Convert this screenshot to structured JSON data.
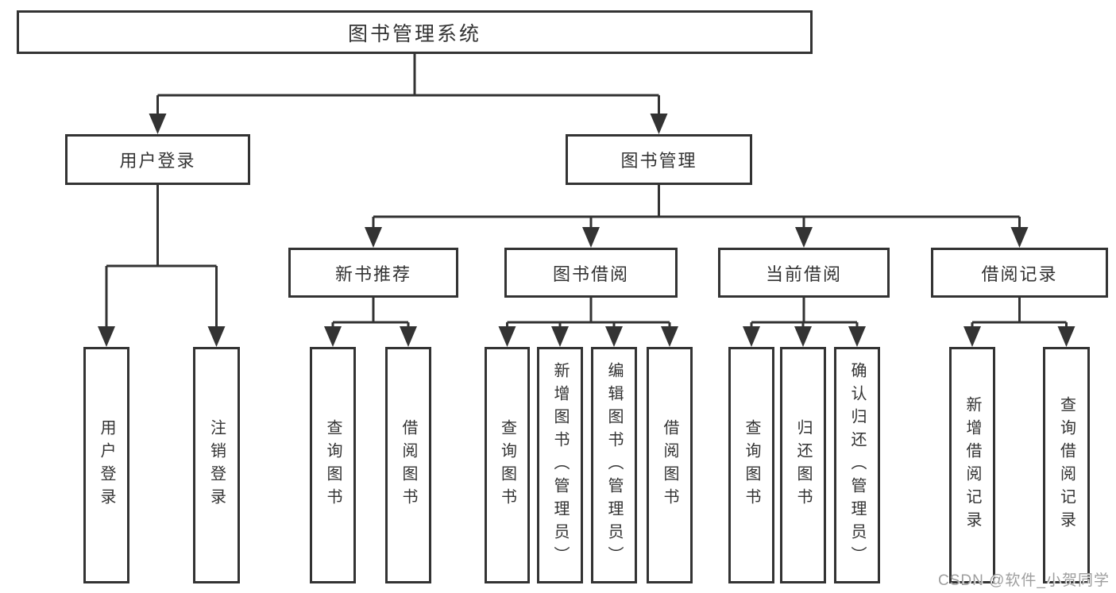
{
  "colors": {
    "line": "#333333",
    "box_border": "#333333",
    "text": "#333333",
    "background": "#ffffff",
    "watermark": "#9e9e9e"
  },
  "watermark": {
    "text": "CSDN @软件_小贺同学"
  },
  "diagram": {
    "type": "hierarchy",
    "root": {
      "label": "图书管理系统"
    },
    "level2": [
      {
        "label": "用户登录"
      },
      {
        "label": "图书管理"
      }
    ],
    "level3": [
      {
        "label": "新书推荐"
      },
      {
        "label": "图书借阅"
      },
      {
        "label": "当前借阅"
      },
      {
        "label": "借阅记录"
      }
    ],
    "leaves": {
      "user_login": [
        "用户登录",
        "注销登录"
      ],
      "new_book_recommend": [
        "查询图书",
        "借阅图书"
      ],
      "book_borrow": [
        "查询图书",
        "新增图书（管理员）",
        "编辑图书（管理员）",
        "借阅图书"
      ],
      "current_borrow": [
        "查询图书",
        "归还图书",
        "确认归还（管理员）"
      ],
      "borrow_records": [
        "新增借阅记录",
        "查询借阅记录"
      ]
    }
  }
}
